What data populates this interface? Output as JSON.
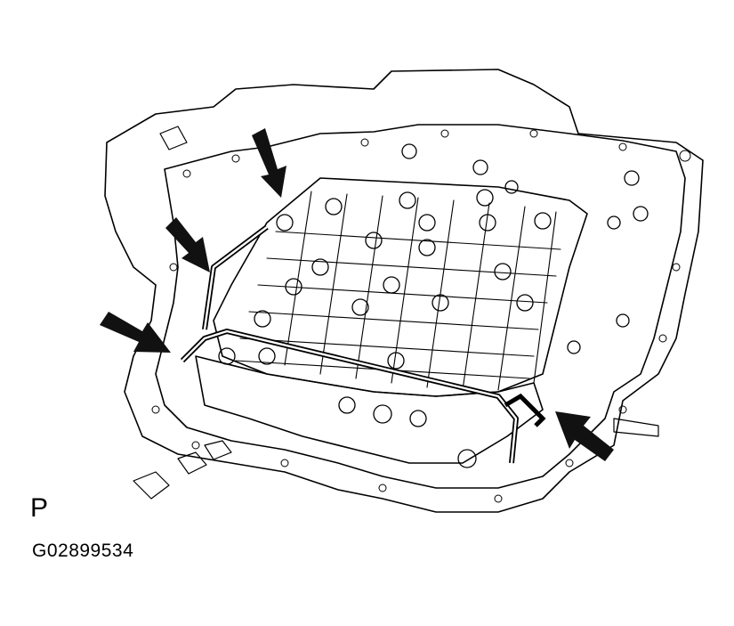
{
  "view_label": "P",
  "figure_code": "G02899534",
  "colors": {
    "line": "#000000",
    "background": "#ffffff",
    "arrow": "#111111"
  },
  "callouts": [
    {
      "name": "arrow-top",
      "icon": "arrow-icon"
    },
    {
      "name": "arrow-upper-left",
      "icon": "arrow-icon"
    },
    {
      "name": "arrow-left",
      "icon": "arrow-icon"
    },
    {
      "name": "arrow-right",
      "icon": "arrow-icon"
    }
  ]
}
